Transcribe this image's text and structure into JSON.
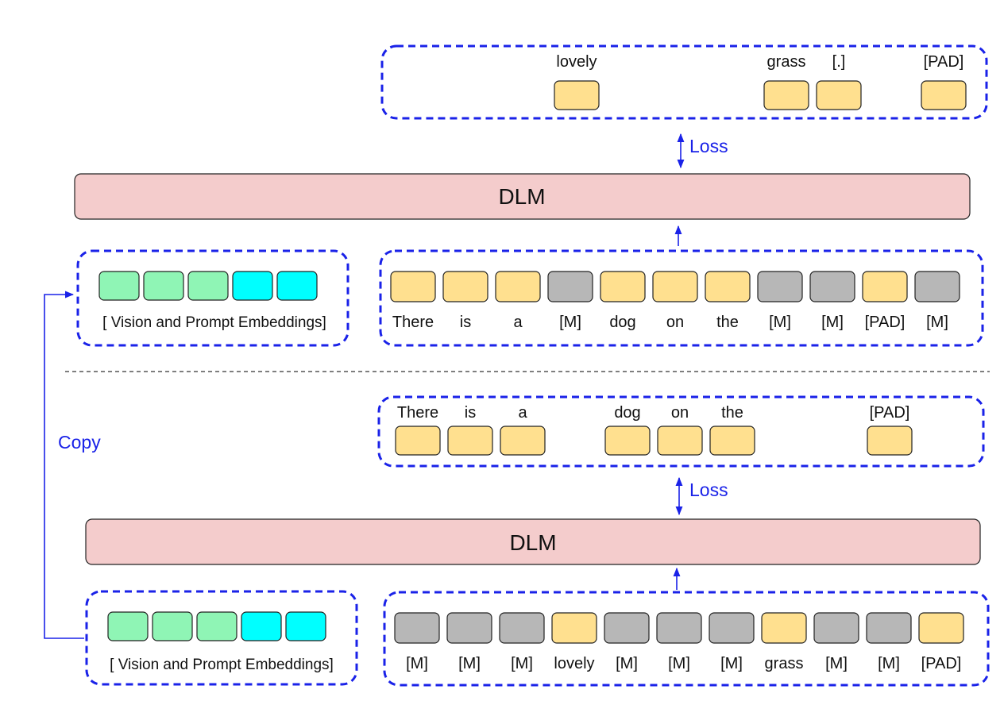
{
  "colors": {
    "token_text": "#ffe08f",
    "token_mask": "#b7b7b7",
    "token_vision": "#8ff5b5",
    "token_prompt": "#00ffff",
    "dlm_fill": "#f4cccc",
    "dashed_box": "#1a22e8",
    "annotation": "#1a22e8",
    "separator": "#555555"
  },
  "upper": {
    "target_tokens": [
      "lovely",
      "grass",
      "[.]",
      "[PAD]"
    ],
    "loss_label": "Loss",
    "dlm_label": "DLM",
    "vision_label": "[ Vision and Prompt Embeddings]",
    "input_tokens": [
      {
        "label": "There",
        "kind": "text"
      },
      {
        "label": "is",
        "kind": "text"
      },
      {
        "label": "a",
        "kind": "text"
      },
      {
        "label": "[M]",
        "kind": "mask"
      },
      {
        "label": "dog",
        "kind": "text"
      },
      {
        "label": "on",
        "kind": "text"
      },
      {
        "label": "the",
        "kind": "text"
      },
      {
        "label": "[M]",
        "kind": "mask"
      },
      {
        "label": "[M]",
        "kind": "mask"
      },
      {
        "label": "[PAD]",
        "kind": "text"
      },
      {
        "label": "[M]",
        "kind": "mask"
      }
    ]
  },
  "lower": {
    "target_tokens": [
      "There",
      "is",
      "a",
      "dog",
      "on",
      "the",
      "[PAD]"
    ],
    "loss_label": "Loss",
    "dlm_label": "DLM",
    "vision_label": "[ Vision and Prompt Embeddings]",
    "input_tokens": [
      {
        "label": "[M]",
        "kind": "mask"
      },
      {
        "label": "[M]",
        "kind": "mask"
      },
      {
        "label": "[M]",
        "kind": "mask"
      },
      {
        "label": "lovely",
        "kind": "text"
      },
      {
        "label": "[M]",
        "kind": "mask"
      },
      {
        "label": "[M]",
        "kind": "mask"
      },
      {
        "label": "[M]",
        "kind": "mask"
      },
      {
        "label": "grass",
        "kind": "text"
      },
      {
        "label": "[M]",
        "kind": "mask"
      },
      {
        "label": "[M]",
        "kind": "mask"
      },
      {
        "label": "[PAD]",
        "kind": "text"
      }
    ]
  },
  "copy_label": "Copy",
  "embedding_tokens": [
    "vision",
    "vision",
    "vision",
    "prompt",
    "prompt"
  ]
}
